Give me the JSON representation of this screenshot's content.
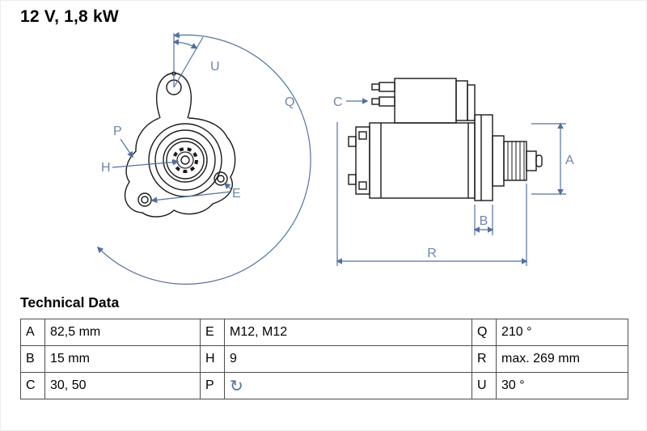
{
  "header": {
    "title": "12 V, 1,8 kW"
  },
  "drawing": {
    "labels": {
      "U": "U",
      "Q": "Q",
      "P": "P",
      "H": "H",
      "E": "E",
      "C": "C",
      "A": "A",
      "B": "B",
      "R": "R"
    },
    "colors": {
      "dimension": "#52719f",
      "label": "#6d86ab",
      "outline": "#1a1a1a"
    }
  },
  "icons": {
    "rotation_direction": "rotation-ccw-icon"
  },
  "table": {
    "heading": "Technical Data",
    "rotation_symbol": "↻",
    "rows": [
      {
        "pairs": [
          {
            "key": "A",
            "value": "82,5 mm"
          },
          {
            "key": "E",
            "value": "M12, M12"
          },
          {
            "key": "Q",
            "value": "210 °"
          }
        ]
      },
      {
        "pairs": [
          {
            "key": "B",
            "value": "15 mm"
          },
          {
            "key": "H",
            "value": "9"
          },
          {
            "key": "R",
            "value": "max. 269 mm"
          }
        ]
      },
      {
        "pairs": [
          {
            "key": "C",
            "value": "30, 50"
          },
          {
            "key": "P",
            "value": ""
          },
          {
            "key": "U",
            "value": "30 °"
          }
        ]
      }
    ]
  }
}
